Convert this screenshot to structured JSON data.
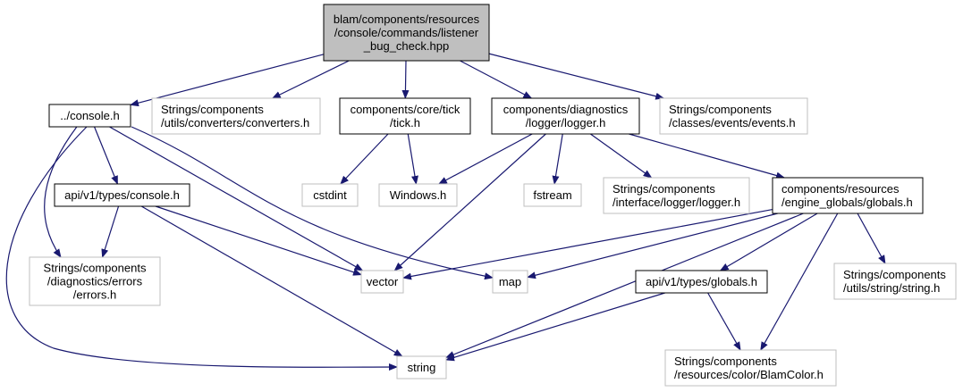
{
  "graph": {
    "title": "Include dependency graph",
    "edge_color": "#191970",
    "nodes": [
      {
        "id": "root",
        "lines": [
          "blam/components/resources",
          "/console/commands/listener",
          "_bug_check.hpp"
        ],
        "kind": "root"
      },
      {
        "id": "console_h",
        "lines": [
          "../console.h"
        ],
        "kind": "documented"
      },
      {
        "id": "converters_h",
        "lines": [
          "Strings/components",
          "/utils/converters/converters.h"
        ],
        "kind": "external"
      },
      {
        "id": "tick_h",
        "lines": [
          "components/core/tick",
          "/tick.h"
        ],
        "kind": "documented"
      },
      {
        "id": "logger_h",
        "lines": [
          "components/diagnostics",
          "/logger/logger.h"
        ],
        "kind": "documented"
      },
      {
        "id": "events_h",
        "lines": [
          "Strings/components",
          "/classes/events/events.h"
        ],
        "kind": "external"
      },
      {
        "id": "api_console_h",
        "lines": [
          "api/v1/types/console.h"
        ],
        "kind": "documented"
      },
      {
        "id": "cstdint",
        "lines": [
          "cstdint"
        ],
        "kind": "external"
      },
      {
        "id": "windows_h",
        "lines": [
          "Windows.h"
        ],
        "kind": "external"
      },
      {
        "id": "fstream",
        "lines": [
          "fstream"
        ],
        "kind": "external"
      },
      {
        "id": "iface_logger_h",
        "lines": [
          "Strings/components",
          "/interface/logger/logger.h"
        ],
        "kind": "external"
      },
      {
        "id": "globals_h",
        "lines": [
          "components/resources",
          "/engine_globals/globals.h"
        ],
        "kind": "documented"
      },
      {
        "id": "errors_h",
        "lines": [
          "Strings/components",
          "/diagnostics/errors",
          "/errors.h"
        ],
        "kind": "external"
      },
      {
        "id": "vector",
        "lines": [
          "vector"
        ],
        "kind": "external"
      },
      {
        "id": "map",
        "lines": [
          "map"
        ],
        "kind": "external"
      },
      {
        "id": "api_globals_h",
        "lines": [
          "api/v1/types/globals.h"
        ],
        "kind": "documented"
      },
      {
        "id": "string_h",
        "lines": [
          "Strings/components",
          "/utils/string/string.h"
        ],
        "kind": "external"
      },
      {
        "id": "string",
        "lines": [
          "string"
        ],
        "kind": "external"
      },
      {
        "id": "blamcolor_h",
        "lines": [
          "Strings/components",
          "/resources/color/BlamColor.h"
        ],
        "kind": "external"
      }
    ],
    "edges": [
      [
        "root",
        "console_h"
      ],
      [
        "root",
        "converters_h"
      ],
      [
        "root",
        "tick_h"
      ],
      [
        "root",
        "logger_h"
      ],
      [
        "root",
        "events_h"
      ],
      [
        "console_h",
        "api_console_h"
      ],
      [
        "console_h",
        "errors_h"
      ],
      [
        "console_h",
        "string"
      ],
      [
        "console_h",
        "vector"
      ],
      [
        "console_h",
        "map"
      ],
      [
        "tick_h",
        "cstdint"
      ],
      [
        "tick_h",
        "windows_h"
      ],
      [
        "logger_h",
        "windows_h"
      ],
      [
        "logger_h",
        "fstream"
      ],
      [
        "logger_h",
        "iface_logger_h"
      ],
      [
        "logger_h",
        "globals_h"
      ],
      [
        "logger_h",
        "vector"
      ],
      [
        "api_console_h",
        "errors_h"
      ],
      [
        "api_console_h",
        "vector"
      ],
      [
        "api_console_h",
        "string"
      ],
      [
        "globals_h",
        "vector"
      ],
      [
        "globals_h",
        "map"
      ],
      [
        "globals_h",
        "api_globals_h"
      ],
      [
        "globals_h",
        "string_h"
      ],
      [
        "globals_h",
        "string"
      ],
      [
        "globals_h",
        "blamcolor_h"
      ],
      [
        "api_globals_h",
        "string"
      ],
      [
        "api_globals_h",
        "blamcolor_h"
      ]
    ]
  }
}
